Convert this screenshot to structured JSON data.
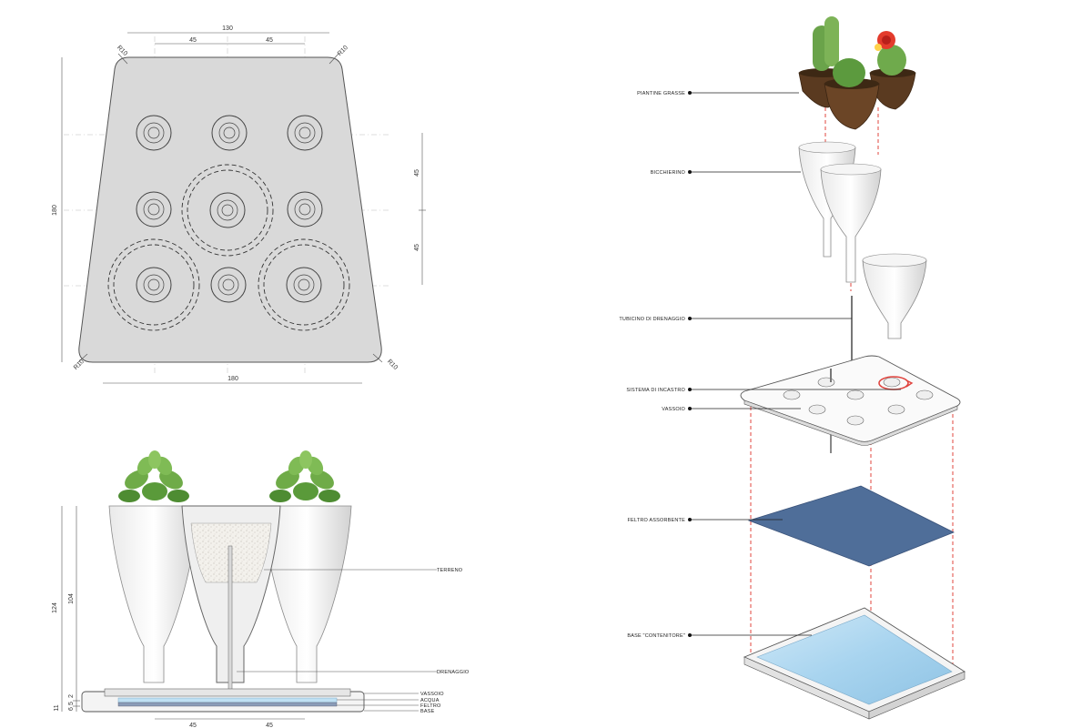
{
  "top_view": {
    "dims": {
      "top_width": "130",
      "left_spacing": "45",
      "right_spacing": "45",
      "height": "180",
      "bottom_width": "180",
      "right_upper": "45",
      "right_lower": "45",
      "radius_tl": "R10",
      "radius_tr": "R10",
      "radius_bl": "R10",
      "radius_br": "R10"
    }
  },
  "section_view": {
    "dims": {
      "total_height": "124",
      "cup_height": "104",
      "d2": "2",
      "d11": "11",
      "d6": "6",
      "d5": "5",
      "bottom_left": "45",
      "bottom_right": "45"
    },
    "labels": {
      "terreno": "TERRENO",
      "drenaggio": "DRENAGGIO",
      "vassoio": "VASSOIO",
      "acqua": "ACQUA",
      "feltro": "FELTRO",
      "base": "BASE"
    }
  },
  "exploded_view": {
    "labels": {
      "piantine": "PIANTINE GRASSE",
      "bicchierino": "BICCHIERINO",
      "tubicino": "TUBICINO DI DRENAGGIO",
      "incastro": "SISTEMA DI INCASTRO",
      "vassoio": "VASSOIO",
      "feltro": "FELTRO ASSORBENTE",
      "base": "BASE \"CONTENITORE\""
    }
  },
  "colors": {
    "plate_fill": "#d9d9d9",
    "felt": "#4f6e99",
    "water": "#a8d4ef",
    "guide": "#e0443e",
    "leaf": "#5a9a3a",
    "flower": "#e33b2c"
  }
}
